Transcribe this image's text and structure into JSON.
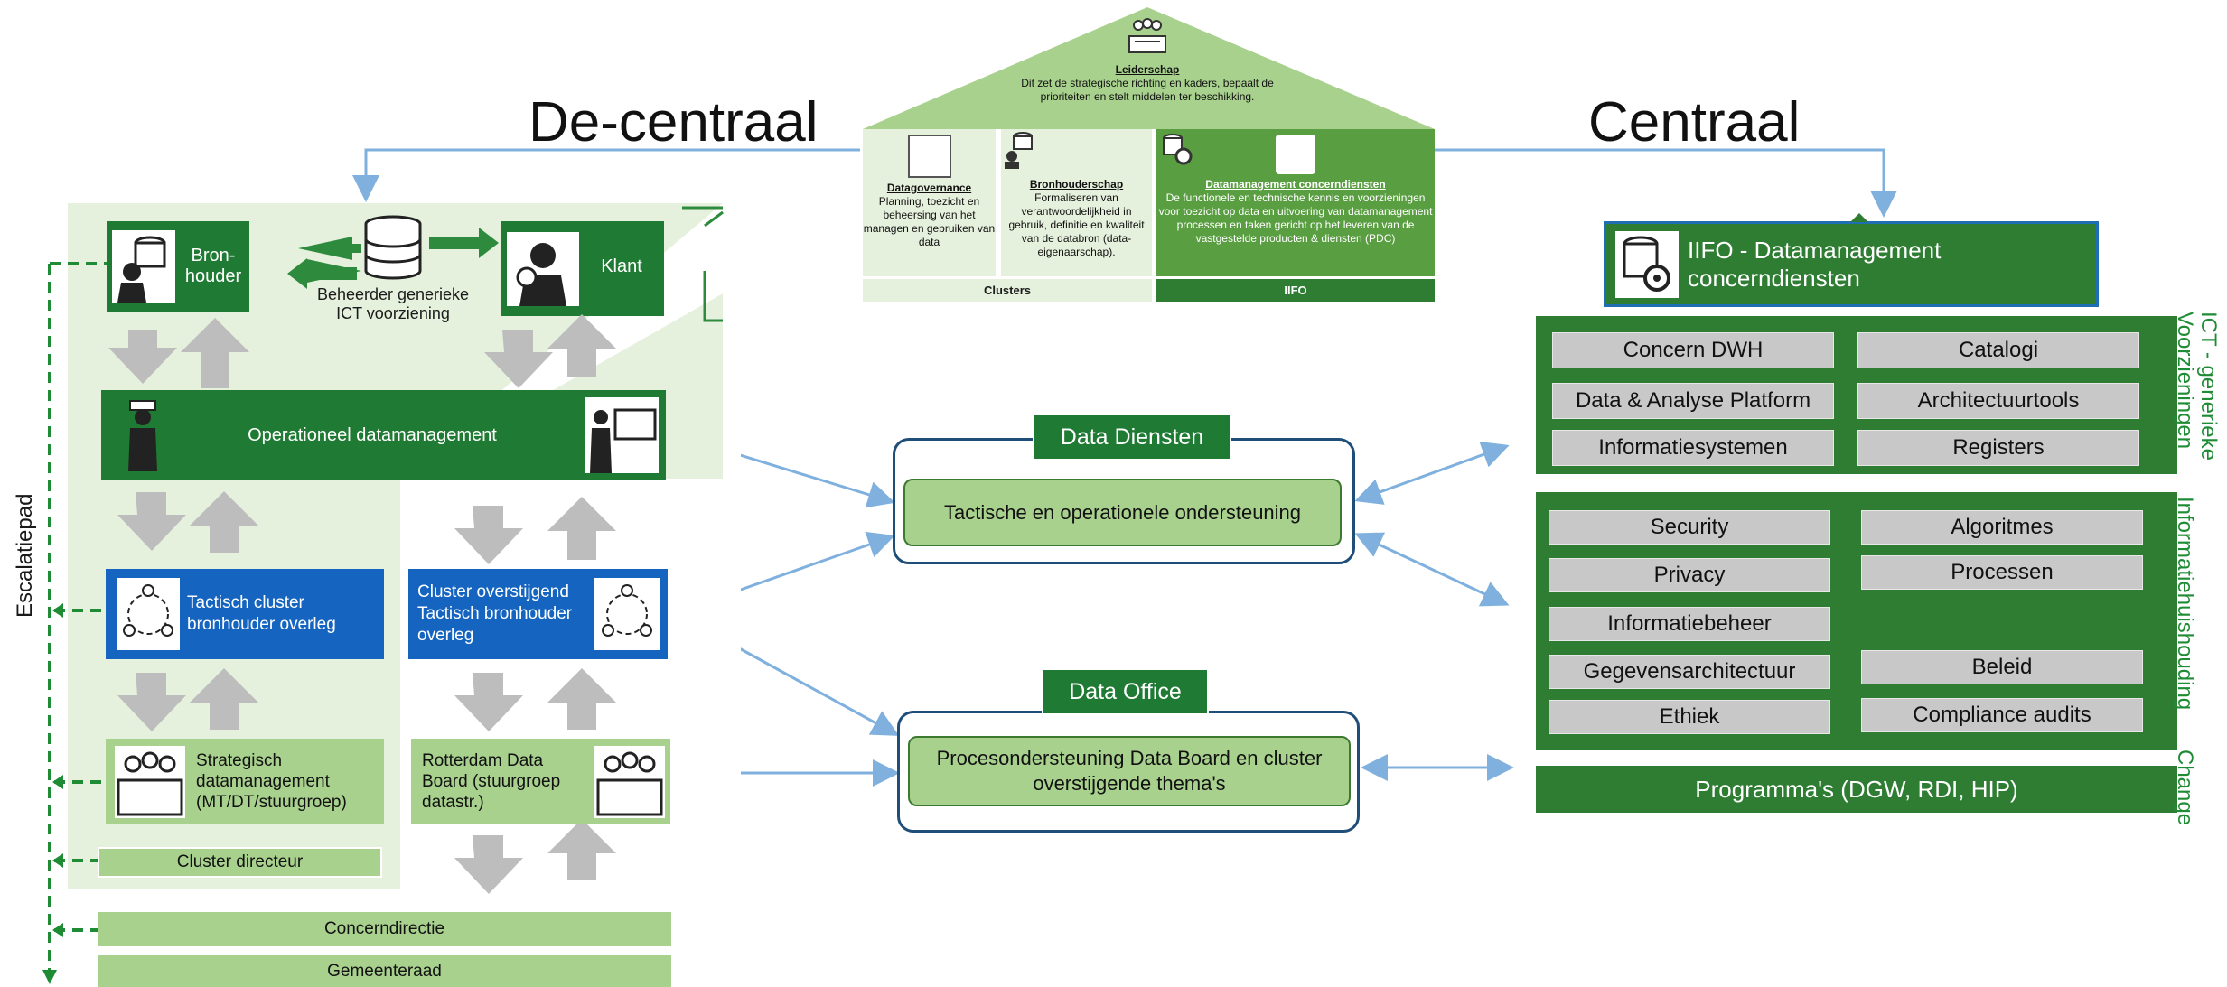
{
  "titles": {
    "decentraal": "De-centraal",
    "centraal": "Centraal"
  },
  "house": {
    "roof_title": "Leiderschap",
    "roof_text": "Dit zet de strategische richting en kaders, bepaalt de prioriteiten en stelt middelen ter beschikking.",
    "col1_title": "Datagovernance",
    "col1_text": "Planning, toezicht en beheersing van het managen en gebruiken van data",
    "col2_title": "Bronhouderschap",
    "col2_text": "Formaliseren van verantwoordelijkheid in gebruik, definitie en kwaliteit van de databron (data-eigenaarschap).",
    "col3_title": "Datamanagement concerndiensten",
    "col3_text": "De functionele en technische kennis en voorzieningen voor toezicht op data en uitvoering van datamanagement processen en taken gericht op het leveren van de vastgestelde producten & diensten (PDC)",
    "foot_left": "Clusters",
    "foot_right": "IIFO"
  },
  "left": {
    "bronhouder": "Bron-houder",
    "klant": "Klant",
    "beheerder": "Beheerder generieke ICT voorziening",
    "operationeel": "Operationeel datamanagement",
    "tactisch": "Tactisch cluster bronhouder overleg",
    "cluster_overstijgend": "Cluster overstijgend Tactisch bronhouder overleg",
    "strategisch": "Strategisch datamanagement (MT/DT/stuurgroep)",
    "rotterdam": "Rotterdam Data Board (stuurgroep datastr.)",
    "cluster_directeur": "Cluster directeur",
    "concerndirectie": "Concerndirectie",
    "gemeenteraad": "Gemeenteraad",
    "escalatiepad": "Escalatiepad"
  },
  "middle": {
    "diensten_label": "Data Diensten",
    "diensten_text": "Tactische en operationele ondersteuning",
    "office_label": "Data Office",
    "office_text": "Procesondersteuning Data Board en cluster overstijgende thema's"
  },
  "right": {
    "iifo": "IIFO - Datamanagement concerndiensten",
    "ict_items": [
      "Concern DWH",
      "Catalogi",
      "Data & Analyse Platform",
      "Architectuurtools",
      "Informatiesystemen",
      "Registers"
    ],
    "info_left": [
      "Security",
      "Privacy",
      "Informatiebeheer",
      "Gegevensarchitectuur",
      "Ethiek"
    ],
    "info_right": [
      "Algoritmes",
      "Processen",
      "Beleid",
      "Compliance audits"
    ],
    "programma": "Programma's (DGW, RDI, HIP)",
    "side_ict": "ICT - generieke Voorzieningen",
    "side_info": "Informatiehuishouding",
    "side_change": "Change"
  },
  "colors": {
    "dark_green": "#1f7a33",
    "light_green": "#a9d18e",
    "blue": "#1565c0",
    "arrow_blue": "#7fb0de"
  }
}
